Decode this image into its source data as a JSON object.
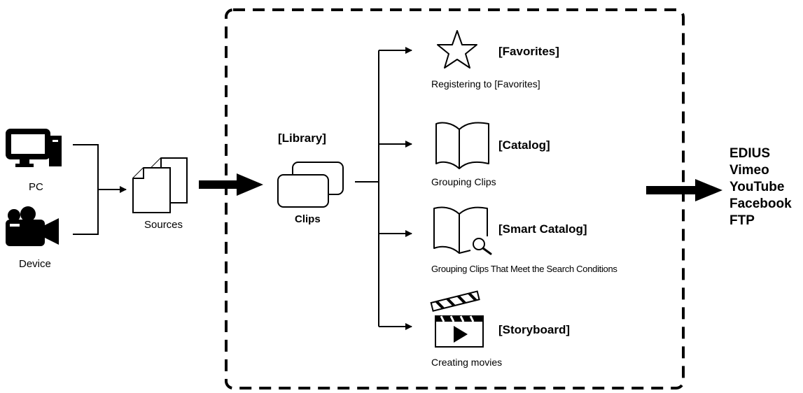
{
  "sources": {
    "pc_label": "PC",
    "device_label": "Device",
    "sources_label": "Sources"
  },
  "library": {
    "title": "[Library]",
    "clips_label": "Clips"
  },
  "branches": [
    {
      "title": "[Favorites]",
      "description": "Registering to [Favorites]",
      "icon": "star-icon"
    },
    {
      "title": "[Catalog]",
      "description": "Grouping Clips",
      "icon": "open-book-icon"
    },
    {
      "title": "[Smart Catalog]",
      "description": "Grouping Clips That Meet the Search Conditions",
      "icon": "book-search-icon"
    },
    {
      "title": "[Storyboard]",
      "description": "Creating movies",
      "icon": "clapperboard-icon"
    }
  ],
  "destinations": [
    "EDIUS",
    "Vimeo",
    "YouTube",
    "Facebook",
    "FTP"
  ]
}
